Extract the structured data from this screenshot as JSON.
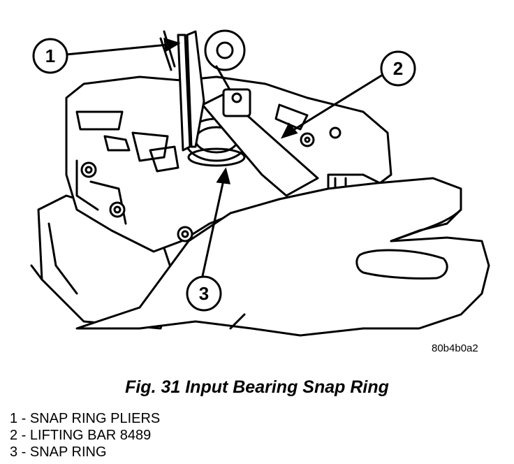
{
  "figure": {
    "callouts": [
      {
        "number": "1"
      },
      {
        "number": "2"
      },
      {
        "number": "3"
      }
    ],
    "reference_code": "80b4b0a2",
    "title": "Fig. 31 Input Bearing Snap Ring"
  },
  "legend": [
    {
      "text": "1 - SNAP RING PLIERS"
    },
    {
      "text": "2 - LIFTING BAR 8489"
    },
    {
      "text": "3 - SNAP RING"
    }
  ]
}
